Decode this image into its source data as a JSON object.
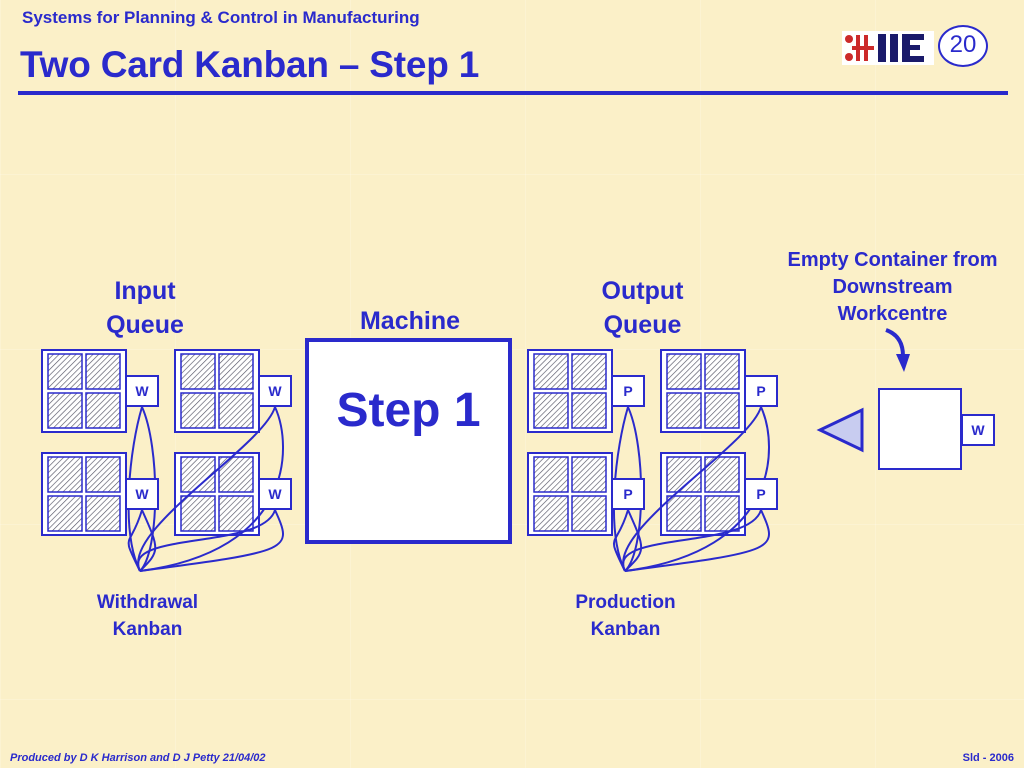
{
  "header": {
    "subtitle": "Systems for Planning & Control in Manufacturing",
    "title": "Two Card Kanban – Step 1",
    "slide_number": "20",
    "logo_text": "IIE"
  },
  "labels": {
    "input_queue": "Input Queue",
    "output_queue": "Output Queue",
    "machine": "Machine",
    "machine_step": "Step 1",
    "empty_container": "Empty Container from Downstream Workcentre",
    "withdrawal_kanban": "Withdrawal Kanban",
    "production_kanban": "Production Kanban"
  },
  "cards": {
    "input_queue": [
      "W",
      "W",
      "W",
      "W"
    ],
    "output_queue": [
      "P",
      "P",
      "P",
      "P"
    ],
    "empty_container": "W"
  },
  "footer": {
    "left": "Produced by D K Harrison and D J Petty 21/04/02",
    "right": "Sld - 2006"
  },
  "colors": {
    "primary": "#2a2acc",
    "background": "#fbf0c8",
    "arrow_fill": "#c8ccf0",
    "logo_red": "#cc2a2a"
  }
}
